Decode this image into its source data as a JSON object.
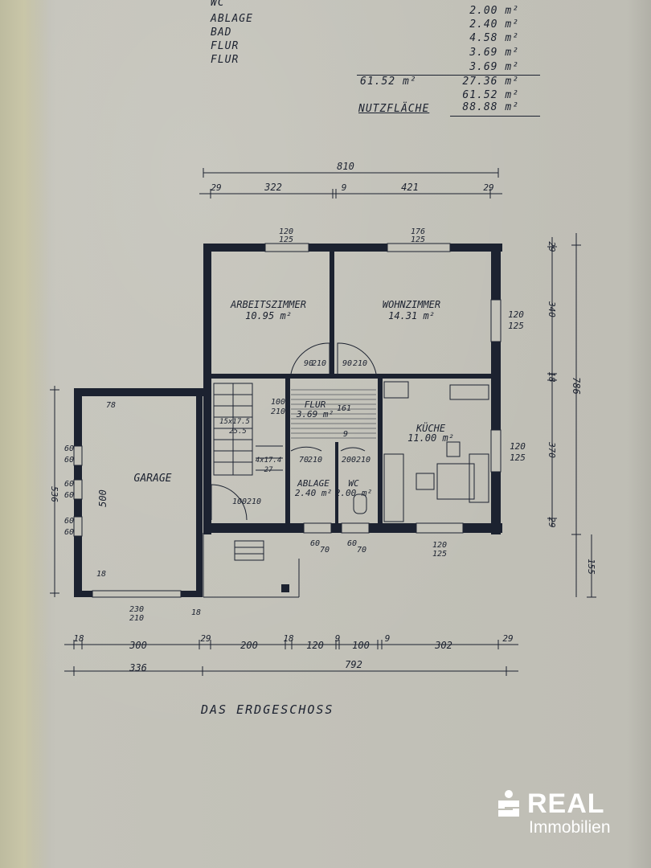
{
  "area_table": {
    "rows": [
      {
        "name": "WC",
        "value": ""
      },
      {
        "name": "ABLAGE",
        "value": "2.00 m²"
      },
      {
        "name": "BAD",
        "value": "2.40 m²"
      },
      {
        "name": "FLUR",
        "value": "4.58 m²"
      },
      {
        "name": "FLUR",
        "value": "3.69 m²"
      },
      {
        "name": "",
        "value": "3.69 m²"
      }
    ],
    "subtotal_left": "61.52 m²",
    "subtotal_right": "27.36 m²",
    "subtotal_second": "61.52 m²",
    "total_label": "NUTZFLÄCHE",
    "total_value": "88.88 m²"
  },
  "plan": {
    "rooms": [
      {
        "name": "ARBEITSZIMMER",
        "area": "10.95 m²"
      },
      {
        "name": "WOHNZIMMER",
        "area": "14.31 m²"
      },
      {
        "name": "FLUR",
        "area": "3.69 m²"
      },
      {
        "name": "KÜCHE",
        "area": "11.00 m²"
      },
      {
        "name": "ABLAGE",
        "area": "2.40 m²"
      },
      {
        "name": "WC",
        "area": "2.00 m²"
      },
      {
        "name": "GARAGE",
        "area": ""
      }
    ],
    "dims_top": [
      "810",
      "29",
      "322",
      "9",
      "421",
      "29"
    ],
    "dims_bottom_1": [
      "18",
      "300",
      "29",
      "200",
      "18",
      "120",
      "9",
      "100",
      "9",
      "302",
      "29"
    ],
    "dims_bottom_2": [
      "336",
      "792"
    ],
    "dims_right": [
      "29",
      "340",
      "18",
      "370",
      "29",
      "786",
      "155"
    ],
    "dims_left": [
      "536"
    ],
    "window_labels": [
      {
        "top": "120",
        "bottom": "125"
      },
      {
        "top": "176",
        "bottom": "125"
      },
      {
        "top": "120",
        "bottom": "125"
      },
      {
        "top": "120",
        "bottom": "125"
      },
      {
        "top": "120",
        "bottom": "125"
      },
      {
        "top": "230",
        "bottom": "210"
      },
      {
        "top": "60",
        "bottom": "60"
      },
      {
        "top": "60",
        "bottom": "60"
      },
      {
        "top": "60",
        "bottom": "60"
      }
    ],
    "door_labels": [
      {
        "top": "90",
        "bottom": "210"
      },
      {
        "top": "90",
        "bottom": "210"
      },
      {
        "top": "100",
        "bottom": "210"
      },
      {
        "top": "100",
        "bottom": "210"
      },
      {
        "top": "70",
        "bottom": "210"
      },
      {
        "top": "200",
        "bottom": "210"
      },
      {
        "top": "60",
        "bottom": "70"
      },
      {
        "top": "60",
        "bottom": "70"
      }
    ],
    "stair_labels": [
      "15x17.5",
      "25.5",
      "4x17.4",
      "27"
    ],
    "flur_dims": [
      "161",
      "9"
    ],
    "garage_dims": [
      "500",
      "18",
      "18",
      "78"
    ]
  },
  "plan_title": "DAS ERDGESCHOSS",
  "logo": {
    "brand": "REAL",
    "sub": "Immobilien",
    "color": "#ffffff",
    "mark": "s-logo-icon"
  }
}
